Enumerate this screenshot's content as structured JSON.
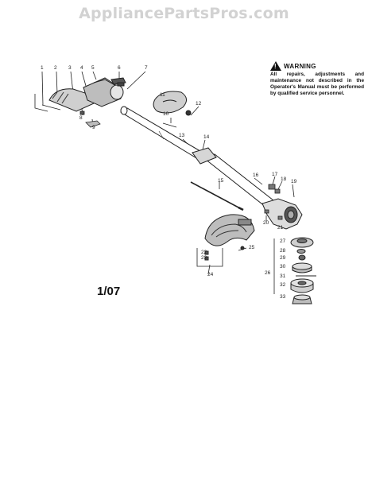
{
  "watermark": "AppliancePartsPros.com",
  "corner_mark": "",
  "warning": {
    "icon": "warning-triangle-icon",
    "title": "WARNING",
    "text": "All repairs, adjustments and maintenance not described in the Operator's Manual must be performed by qualified service personnel."
  },
  "revision": "1/07",
  "parts": {
    "p1": "1",
    "p2": "2",
    "p3": "3",
    "p4": "4",
    "p5": "5",
    "p6": "6",
    "p7": "7",
    "p8": "8",
    "p9": "9",
    "p10": "10",
    "p11": "11",
    "p12": "12",
    "p13": "13",
    "p14": "14",
    "p15": "15",
    "p16": "16",
    "p17": "17",
    "p18": "18",
    "p19": "19",
    "p20": "20",
    "p21": "21",
    "p22": "22",
    "p23": "23",
    "p24": "24",
    "p25": "25",
    "p26": "26",
    "p27": "27",
    "p28": "28",
    "p29": "29",
    "p30": "30",
    "p31": "31",
    "p32": "32",
    "p33": "33"
  }
}
